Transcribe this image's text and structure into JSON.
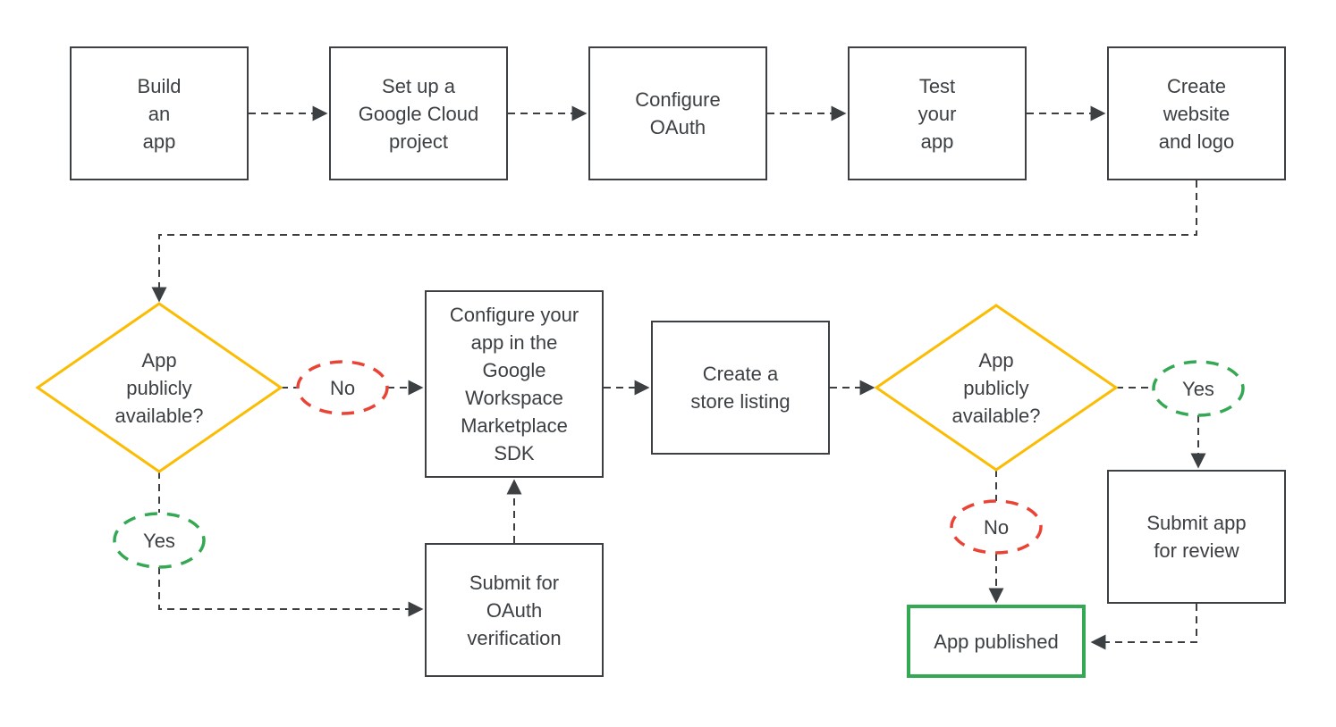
{
  "colors": {
    "line": "#3c4043",
    "text": "#3c4043",
    "box_border": "#3c4043",
    "decision_yellow": "#fbbc04",
    "yes_green": "#34a853",
    "no_red": "#ea4335",
    "published_green": "#34a853",
    "background": "#ffffff"
  },
  "nodes": {
    "build_app": {
      "label": "Build\nan\napp"
    },
    "setup_project": {
      "label": "Set up a\nGoogle Cloud\nproject"
    },
    "configure_oauth": {
      "label": "Configure\nOAuth"
    },
    "test_app": {
      "label": "Test\nyour\napp"
    },
    "create_website": {
      "label": "Create\nwebsite\nand logo"
    },
    "decision_available_1": {
      "label": "App\npublicly\navailable?"
    },
    "no_1": {
      "label": "No"
    },
    "yes_1": {
      "label": "Yes"
    },
    "configure_sdk": {
      "label": "Configure your\napp in the\nGoogle\nWorkspace\nMarketplace\nSDK"
    },
    "submit_oauth": {
      "label": "Submit for\nOAuth\nverification"
    },
    "store_listing": {
      "label": "Create a\nstore listing"
    },
    "decision_available_2": {
      "label": "App\npublicly\navailable?"
    },
    "yes_2": {
      "label": "Yes"
    },
    "no_2": {
      "label": "No"
    },
    "submit_review": {
      "label": "Submit app\nfor review"
    },
    "app_published": {
      "label": "App published"
    }
  },
  "edges": [
    {
      "from": "build_app",
      "to": "setup_project"
    },
    {
      "from": "setup_project",
      "to": "configure_oauth"
    },
    {
      "from": "configure_oauth",
      "to": "test_app"
    },
    {
      "from": "test_app",
      "to": "create_website"
    },
    {
      "from": "create_website",
      "to": "decision_available_1"
    },
    {
      "from": "decision_available_1",
      "to": "configure_sdk",
      "label": "No"
    },
    {
      "from": "decision_available_1",
      "to": "submit_oauth",
      "label": "Yes"
    },
    {
      "from": "submit_oauth",
      "to": "configure_sdk"
    },
    {
      "from": "configure_sdk",
      "to": "store_listing"
    },
    {
      "from": "store_listing",
      "to": "decision_available_2"
    },
    {
      "from": "decision_available_2",
      "to": "submit_review",
      "label": "Yes"
    },
    {
      "from": "decision_available_2",
      "to": "app_published",
      "label": "No"
    },
    {
      "from": "submit_review",
      "to": "app_published"
    }
  ]
}
